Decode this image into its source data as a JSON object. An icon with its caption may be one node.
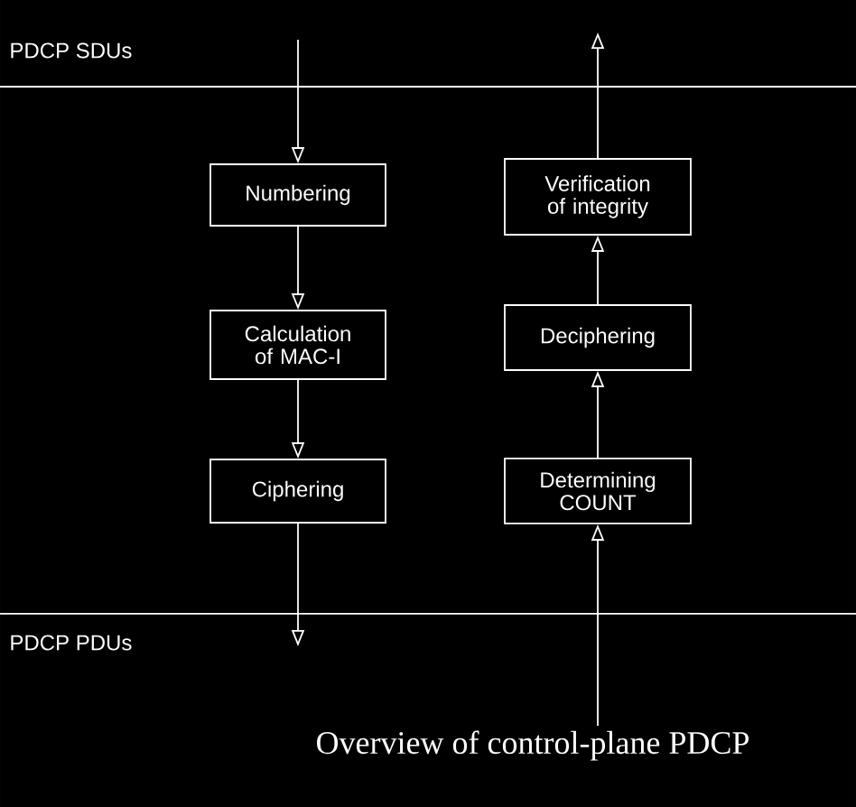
{
  "diagram": {
    "caption": "Overview of control-plane PDCP",
    "nodes": [
      {
        "text": [
          "Numbering"
        ]
      },
      {
        "text": [
          "Verification of integrity"
        ]
      },
      {
        "text": [
          "Calculation of MAC-I"
        ]
      },
      {
        "text": [
          "Deciphering"
        ]
      },
      {
        "text": [
          "Ciphering"
        ]
      },
      {
        "text": [
          "Determining COUNT"
        ]
      }
    ],
    "edges": [
      {
        "from": null,
        "to": 0,
        "arrow": "to"
      },
      {
        "from": 0,
        "to": 2,
        "arrow": "to"
      },
      {
        "from": 2,
        "to": 4,
        "arrow": "to"
      },
      {
        "from": 4,
        "to": null,
        "arrow": "to"
      },
      {
        "from": null,
        "to": 5,
        "arrow": "to"
      },
      {
        "from": 5,
        "to": 3,
        "arrow": "to"
      },
      {
        "from": 3,
        "to": 1,
        "arrow": "to"
      },
      {
        "from": 1,
        "to": null,
        "arrow": "to"
      }
    ],
    "labels": [
      "PDCP SDUs",
      "PDCP PDUs"
    ]
  }
}
